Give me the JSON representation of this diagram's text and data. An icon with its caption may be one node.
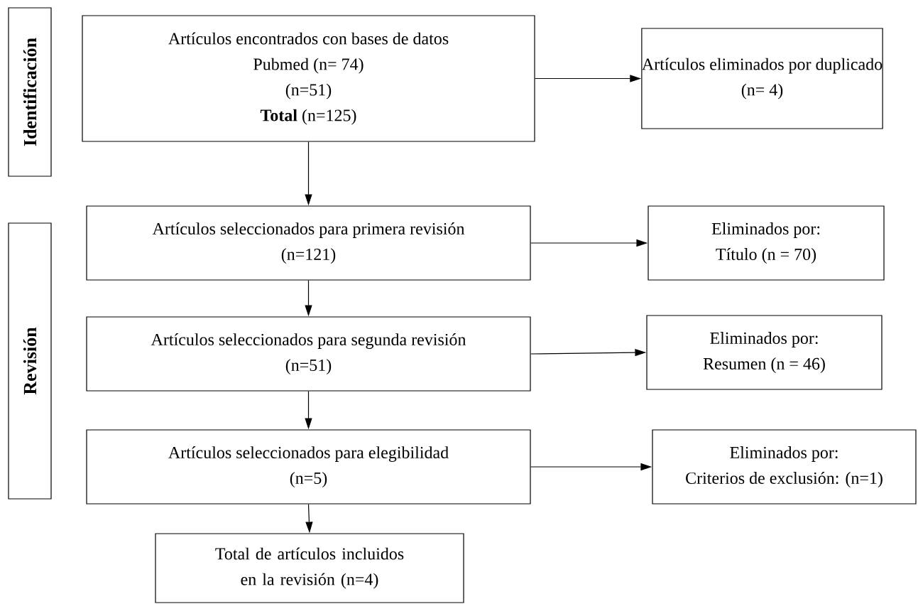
{
  "diagram": {
    "nodes": [
      {
        "text": [
          "Identificación"
        ]
      },
      {
        "text": [
          "Artículos encontrados con bases de datos",
          "Pubmed (n= 74)",
          "(n=51)",
          "**Total** (n=125)"
        ]
      },
      {
        "text": [
          "Artículos eliminados por duplicado",
          "(n= 4)"
        ]
      },
      {
        "text": [
          "Revisión"
        ]
      },
      {
        "text": [
          "Artículos seleccionados para primera revisión",
          "(n=121)"
        ]
      },
      {
        "text": [
          "Eliminados por:",
          "Título (n = 70)"
        ]
      },
      {
        "text": [
          "Artículos seleccionados para segunda revisión",
          "(n=51)"
        ]
      },
      {
        "text": [
          "Eliminados por:",
          "Resumen (n = 46)"
        ]
      },
      {
        "text": [
          "Artículos seleccionados para elegibilidad",
          "(n=5)"
        ]
      },
      {
        "text": [
          "Eliminados por:",
          "Criterios de exclusión: (n=1)"
        ]
      },
      {
        "text": [
          "Total de artículos incluidos en la revisión (n=4)"
        ]
      }
    ],
    "edges": [
      {
        "from": 1,
        "to": 2,
        "arrow": "to"
      },
      {
        "from": 1,
        "to": 4,
        "arrow": "to"
      },
      {
        "from": 4,
        "to": 5,
        "arrow": "to"
      },
      {
        "from": 4,
        "to": 6,
        "arrow": "to"
      },
      {
        "from": 6,
        "to": 7,
        "arrow": "to"
      },
      {
        "from": 6,
        "to": 8,
        "arrow": "to"
      },
      {
        "from": 8,
        "to": 9,
        "arrow": "to"
      },
      {
        "from": 8,
        "to": 10,
        "arrow": "to"
      }
    ]
  }
}
